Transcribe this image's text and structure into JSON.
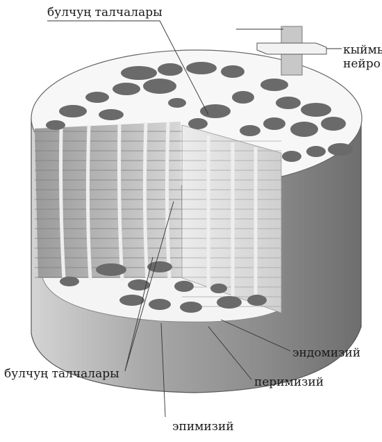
{
  "labels": {
    "top_fascicles": "булчуң талчалары",
    "neuron_line1": "кыймы",
    "neuron_line2": "нейро",
    "bottom_fascicles": "булчуң талчалары",
    "endomysium": "эндомизий",
    "perimysium": "перимизий",
    "epimysium": "эпимизий"
  },
  "colors": {
    "background": "#ffffff",
    "fiber_dark": "#6b6b6b",
    "outer_wall": "#8f8f8f",
    "stroke": "#444444"
  }
}
